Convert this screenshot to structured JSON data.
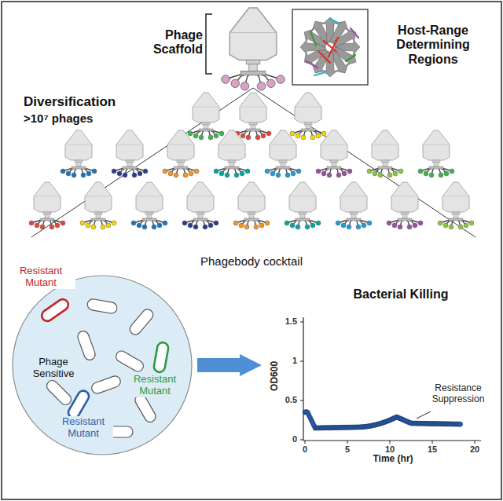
{
  "diagram": {
    "nodes": [
      {
        "text": [
          "Phage Sensitive"
        ]
      },
      {
        "text": [
          "Bacterial Killing"
        ]
      }
    ],
    "edges": [
      {
        "from": 0,
        "to": 1,
        "arrow": "to"
      }
    ],
    "labels": [
      "Phage Scaffold",
      "Host-Range Determining Regions",
      "Diversification",
      ">10⁷ phages",
      "Phagebody cocktail",
      "Resistant Mutant",
      "Resistant Mutant",
      "Resistant Mutant",
      "OD600",
      "Time (hr)",
      "Resistance Suppression",
      "1.5",
      "1",
      "0.5",
      "0",
      "0",
      "5",
      "10",
      "15",
      "20"
    ]
  }
}
